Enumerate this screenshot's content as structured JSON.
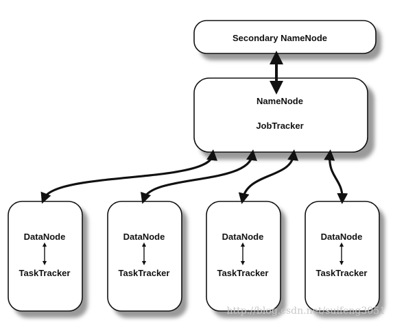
{
  "secondary_namenode": {
    "label": "Secondary NameNode"
  },
  "master": {
    "namenode_label": "NameNode",
    "jobtracker_label": "JobTracker"
  },
  "slaves": [
    {
      "datanode_label": "DataNode",
      "tasktracker_label": "TaskTracker"
    },
    {
      "datanode_label": "DataNode",
      "tasktracker_label": "TaskTracker"
    },
    {
      "datanode_label": "DataNode",
      "tasktracker_label": "TaskTracker"
    },
    {
      "datanode_label": "DataNode",
      "tasktracker_label": "TaskTracker"
    }
  ],
  "watermark": "http://blog.csdn.net/suifeng3051",
  "colors": {
    "box_fill": "#ffffff",
    "box_stroke": "#111111",
    "shadow": "#9a9a9a",
    "arrow": "#111111"
  }
}
